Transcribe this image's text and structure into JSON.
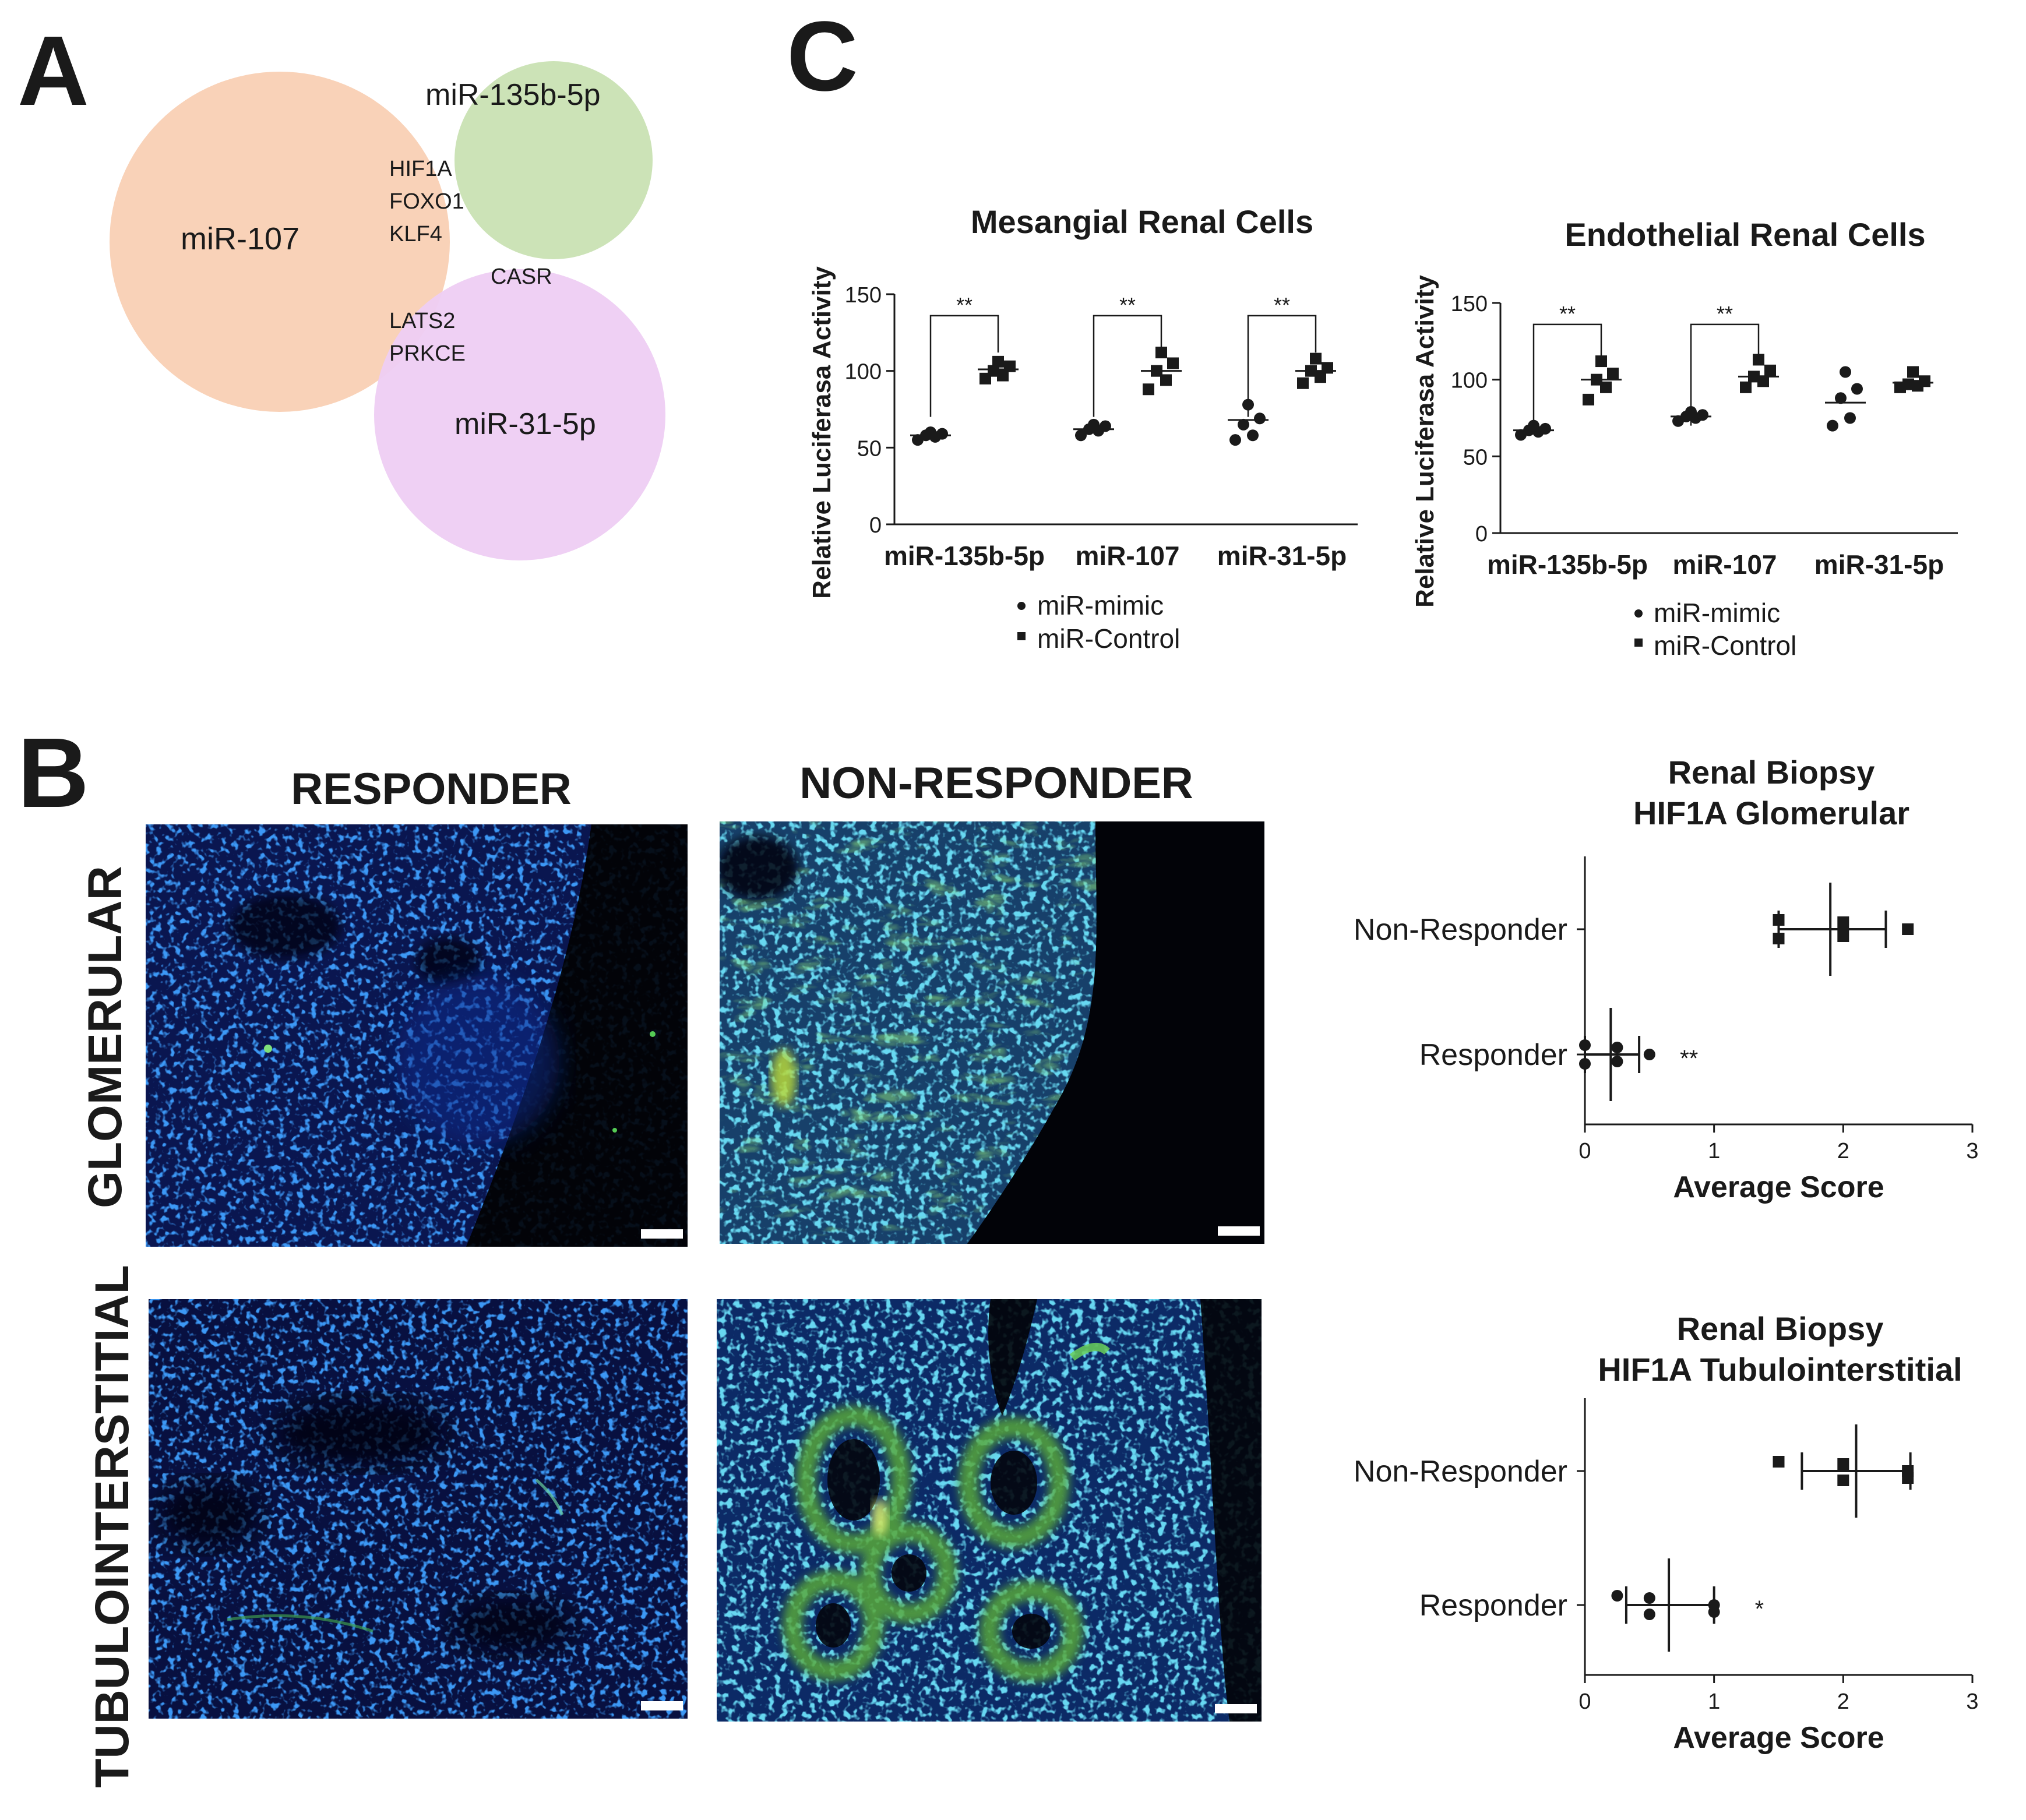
{
  "panel_labels": {
    "a": "A",
    "b": "B",
    "c": "C"
  },
  "venn": {
    "labels": {
      "mir107": "miR-107",
      "mir135": "miR-135b-5p",
      "mir31": "miR-31-5p"
    },
    "overlap_107_135": [
      "HIF1A",
      "FOXO1",
      "KLF4"
    ],
    "overlap_135_31": "CASR",
    "overlap_107_31": [
      "LATS2",
      "PRKCE"
    ],
    "colors": {
      "mir107": "#f9d2b8",
      "mir135": "#c9e2b3",
      "mir31": "#eecdf3"
    }
  },
  "micro": {
    "col_responder": "RESPONDER",
    "col_nonresponder": "NON-RESPONDER",
    "row_glomerular": "GLOMERULAR",
    "row_tubulo": "TUBULOINTERSTITIAL"
  },
  "legend": {
    "mimic": "miR-mimic",
    "control": "miR-Control"
  },
  "chart_data": [
    {
      "type": "scatter",
      "title": "Mesangial Renal Cells",
      "ylabel": "Relative Luciferasa Activity",
      "categories": [
        "miR-135b-5p",
        "miR-107",
        "miR-31-5p"
      ],
      "ylim": [
        0,
        150
      ],
      "yticks": [
        0,
        50,
        100,
        150
      ],
      "series": [
        {
          "name": "miR-mimic",
          "marker": "circle",
          "values": [
            [
              55,
              57,
              58,
              59,
              60
            ],
            [
              58,
              61,
              62,
              64,
              65
            ],
            [
              55,
              58,
              65,
              69,
              78
            ]
          ],
          "means": [
            58,
            62,
            68
          ]
        },
        {
          "name": "miR-Control",
          "marker": "square",
          "values": [
            [
              95,
              97,
              100,
              103,
              106
            ],
            [
              88,
              94,
              100,
              105,
              112
            ],
            [
              92,
              96,
              100,
              102,
              108
            ]
          ],
          "means": [
            101,
            100,
            100
          ]
        }
      ],
      "significance": [
        "**",
        "**",
        "**"
      ]
    },
    {
      "type": "scatter",
      "title": "Endothelial Renal Cells",
      "ylabel": "Relative Luciferasa Activity",
      "categories": [
        "miR-135b-5p",
        "miR-107",
        "miR-31-5p"
      ],
      "ylim": [
        0,
        150
      ],
      "yticks": [
        0,
        50,
        100,
        150
      ],
      "series": [
        {
          "name": "miR-mimic",
          "marker": "circle",
          "values": [
            [
              64,
              66,
              67,
              68,
              70
            ],
            [
              73,
              75,
              76,
              77,
              79
            ],
            [
              70,
              75,
              88,
              94,
              105
            ]
          ],
          "means": [
            67,
            76,
            85
          ]
        },
        {
          "name": "miR-Control",
          "marker": "square",
          "values": [
            [
              87,
              95,
              100,
              104,
              112
            ],
            [
              95,
              99,
              102,
              106,
              113
            ],
            [
              95,
              96,
              97,
              99,
              105
            ]
          ],
          "means": [
            100,
            102,
            98
          ]
        }
      ],
      "significance": [
        "**",
        "**",
        ""
      ]
    },
    {
      "type": "scatter",
      "title": [
        "Renal Biopsy",
        "HIF1A Glomerular"
      ],
      "xlabel": "Average Score",
      "categories": [
        "Non-Responder",
        "Responder"
      ],
      "xlim": [
        0,
        3
      ],
      "xticks": [
        0,
        1,
        2,
        3
      ],
      "groups": [
        {
          "name": "Non-Responder",
          "marker": "square",
          "values": [
            1.5,
            1.5,
            2.0,
            2.0,
            2.5
          ],
          "mean": 1.9,
          "err": [
            1.5,
            2.33
          ]
        },
        {
          "name": "Responder",
          "marker": "circle",
          "values": [
            0,
            0,
            0.25,
            0.25,
            0.5
          ],
          "mean": 0.2,
          "err": [
            0,
            0.42
          ],
          "significance": "**"
        }
      ]
    },
    {
      "type": "scatter",
      "title": [
        "Renal Biopsy",
        "HIF1A Tubulointerstitial"
      ],
      "xlabel": "Average Score",
      "categories": [
        "Non-Responder",
        "Responder"
      ],
      "xlim": [
        0,
        3
      ],
      "xticks": [
        0,
        1,
        2,
        3
      ],
      "groups": [
        {
          "name": "Non-Responder",
          "marker": "square",
          "values": [
            1.5,
            2.0,
            2.0,
            2.5,
            2.5
          ],
          "mean": 2.1,
          "err": [
            1.68,
            2.52
          ]
        },
        {
          "name": "Responder",
          "marker": "circle",
          "values": [
            0.25,
            0.5,
            0.5,
            1.0,
            1.0
          ],
          "mean": 0.65,
          "err": [
            0.32,
            1.0
          ],
          "significance": "*"
        }
      ]
    }
  ]
}
